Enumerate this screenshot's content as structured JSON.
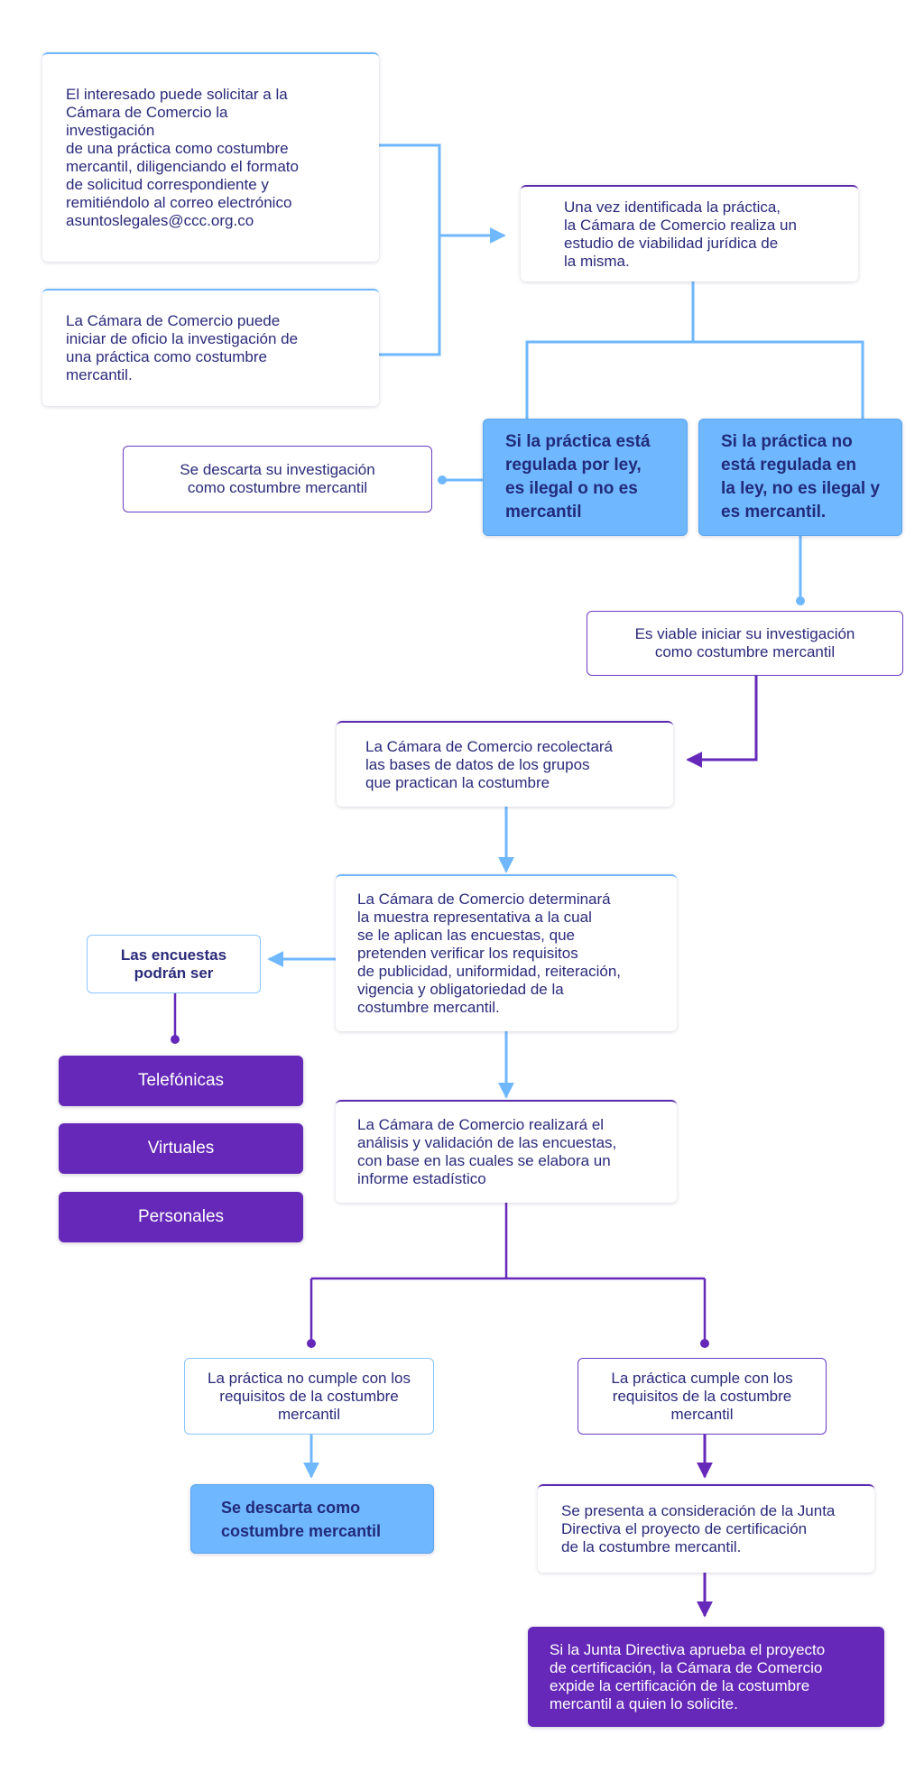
{
  "boxes": {
    "request": "El interesado puede solicitar a la\nCámara de Comercio la\ninvestigación\nde una práctica como costumbre\nmercantil, diligenciando el formato\nde solicitud correspondiente y\nremitiéndolo al correo electrónico\nasuntoslegales@ccc.org.co",
    "ex_officio": "La Cámara de Comercio puede\niniciar de oficio la investigación de\nuna práctica como costumbre\nmercantil.",
    "viability": "Una vez identificada la práctica,\nla Cámara de Comercio realiza un\nestudio de viabilidad jurídica de\nla misma.",
    "regulated": "Si la práctica está\nregulada por ley,\nes ilegal o no es\nmercantil",
    "not_regulated": "Si la práctica no\nestá regulada en\nla ley, no es ilegal y\nes mercantil.",
    "discarded_investigation": "Se descarta su investigación\ncomo costumbre mercantil",
    "viable": "Es viable iniciar su investigación\ncomo costumbre mercantil",
    "collect": "La Cámara de Comercio recolectará\nlas bases de datos de los grupos\nque practican la costumbre",
    "sample": "La Cámara de Comercio determinará\nla muestra representativa a la cual\nse le aplican las encuestas, que\npretenden verificar los requisitos\nde publicidad, uniformidad, reiteración,\nvigencia y obligatoriedad de la\ncostumbre mercantil.",
    "surveys_header": "Las encuestas\npodrán ser",
    "survey_phone": "Telefónicas",
    "survey_virtual": "Virtuales",
    "survey_personal": "Personales",
    "analysis": "La Cámara de Comercio realizará el\nanálisis y validación de las encuestas,\ncon base en las cuales se elabora un\ninforme estadístico",
    "not_meets": "La práctica no cumple con los\nrequisitos de la costumbre\nmercantil",
    "meets": "La práctica cumple con los\nrequisitos de la costumbre\nmercantil",
    "discarded_custom": "Se descarta como\ncostumbre mercantil",
    "board": "Se presenta a consideración de la Junta\nDirectiva el proyecto de certificación\nde la costumbre mercantil.",
    "certification": "Si la Junta Directiva aprueba el proyecto\nde certificación, la Cámara de Comercio\nexpide la certificación de la costumbre\nmercantil a quien lo solicite."
  },
  "colors": {
    "light_blue": "#6fb7ff",
    "purple": "#6528b8",
    "text_navy": "#2a2a7a"
  }
}
